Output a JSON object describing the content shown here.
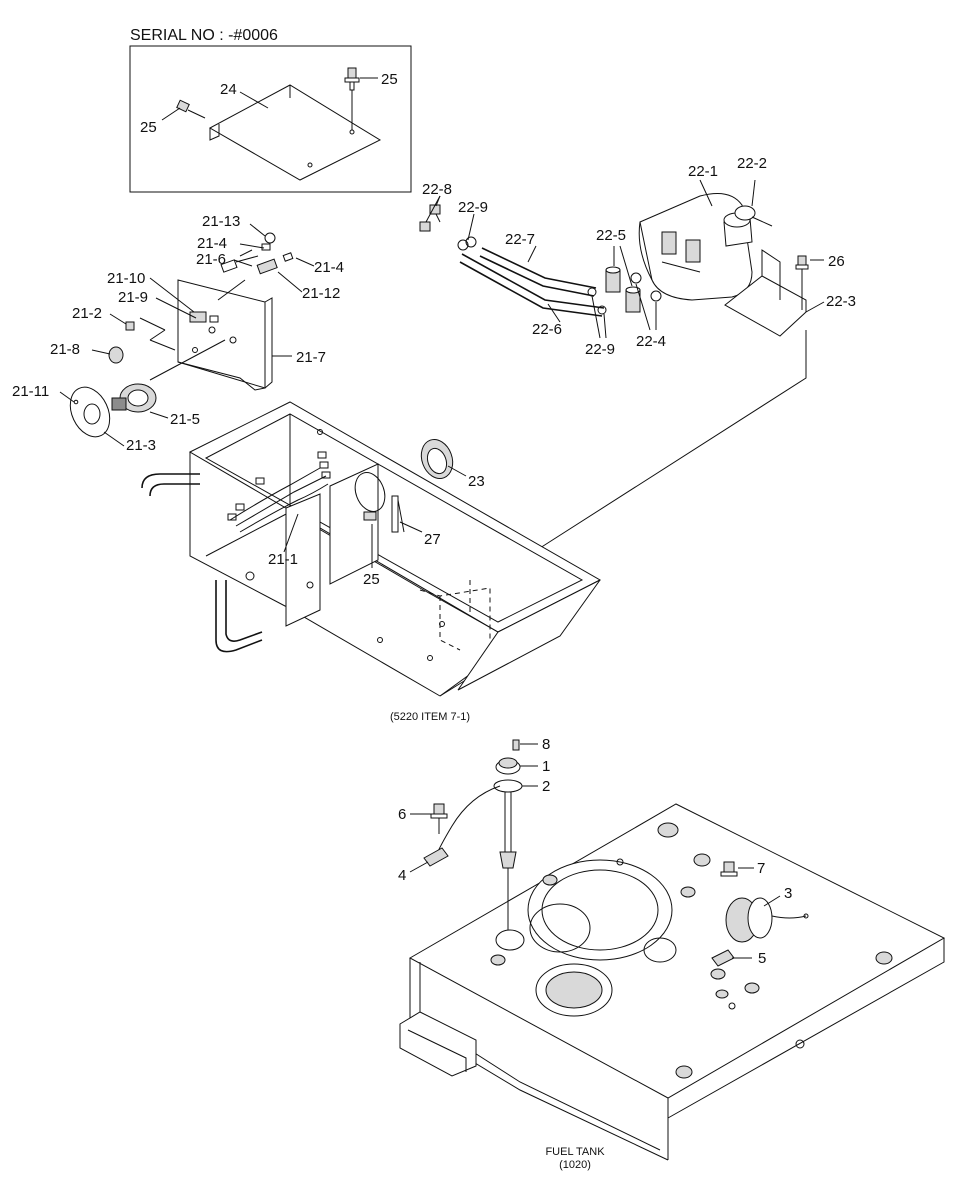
{
  "header": {
    "serial_note": "SERIAL NO : -#0006"
  },
  "captions": {
    "frame_ref": "(5220 ITEM 7-1)",
    "tank_title": "FUEL TANK",
    "tank_ref": "(1020)"
  },
  "callouts": {
    "c24": "24",
    "c25a": "25",
    "c25b": "25",
    "c25c": "25",
    "c21_13": "21-13",
    "c21_4a": "21-4",
    "c21_4b": "21-4",
    "c21_6": "21-6",
    "c21_12": "21-12",
    "c21_10": "21-10",
    "c21_9": "21-9",
    "c21_2": "21-2",
    "c21_8": "21-8",
    "c21_7": "21-7",
    "c21_11": "21-11",
    "c21_5": "21-5",
    "c21_3": "21-3",
    "c21_1": "21-1",
    "c22_8": "22-8",
    "c22_9a": "22-9",
    "c22_9b": "22-9",
    "c22_7": "22-7",
    "c22_5": "22-5",
    "c22_1": "22-1",
    "c22_2": "22-2",
    "c26": "26",
    "c22_3": "22-3",
    "c22_6": "22-6",
    "c22_4": "22-4",
    "c23": "23",
    "c27": "27",
    "c8": "8",
    "c1": "1",
    "c2": "2",
    "c6": "6",
    "c4": "4",
    "c7": "7",
    "c3": "3",
    "c5": "5"
  }
}
